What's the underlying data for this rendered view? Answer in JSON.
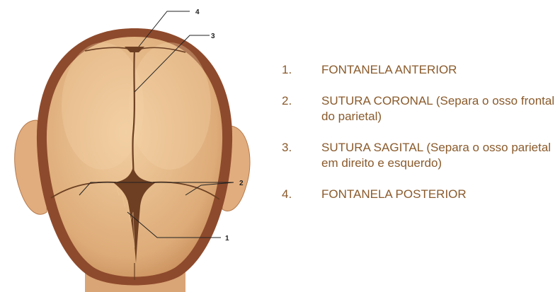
{
  "callouts": [
    "4",
    "3",
    "2",
    "1"
  ],
  "legend": {
    "items": [
      {
        "num": "1.",
        "title": "FONTANELA ANTERIOR",
        "desc": ""
      },
      {
        "num": "2.",
        "title": "SUTURA CORONAL",
        "desc": " (Separa o osso frontal do parietal)"
      },
      {
        "num": "3.",
        "title": "SUTURA SAGITAL",
        "desc": " (Separa o osso parietal em direito e esquerdo)"
      },
      {
        "num": "4.",
        "title": "FONTANELA POSTERIOR",
        "desc": ""
      }
    ]
  },
  "colors": {
    "skin": "#e8bd8d",
    "bone": "#dcae7d",
    "suture": "#6b3f22",
    "fontanelle": "#6e3f22",
    "text": "#8a5a2b"
  }
}
